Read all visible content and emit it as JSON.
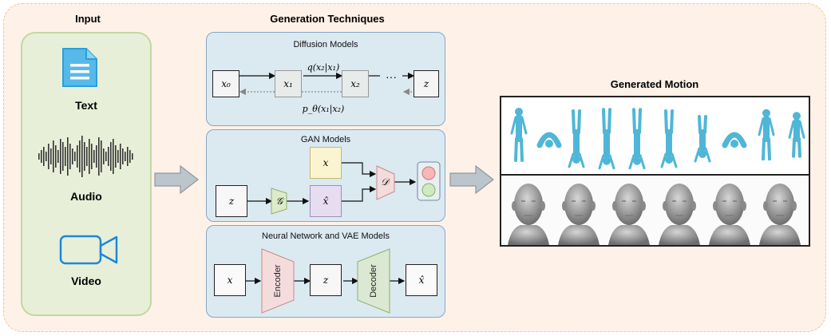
{
  "headings": {
    "input": "Input",
    "generation": "Generation Techniques",
    "generated": "Generated Motion"
  },
  "input_modalities": [
    {
      "label": "Text",
      "icon": "document-icon"
    },
    {
      "label": "Audio",
      "icon": "waveform-icon"
    },
    {
      "label": "Video",
      "icon": "video-camera-icon"
    }
  ],
  "diffusion": {
    "title": "Diffusion Models",
    "nodes": [
      "x₀",
      "x₁",
      "x₂",
      "z"
    ],
    "dots": "···",
    "forward_label": "q(x₂|x₁)",
    "reverse_label": "p_θ(x₁|x₂)"
  },
  "gan": {
    "title": "GAN Models",
    "noise": "z",
    "generator": "𝒢",
    "real": "x",
    "fake": "x̂",
    "discriminator": "𝒟"
  },
  "vae": {
    "title": "Neural Network and VAE Models",
    "input": "x",
    "encoder": "Encoder",
    "latent": "z",
    "decoder": "Decoder",
    "output": "x̂"
  },
  "colors": {
    "panel_blue": "#dbe9f1",
    "input_green": "#e8efd9",
    "encoder_pink": "#f5dcdc",
    "decoder_green": "#dbe9d2",
    "generator_green": "#dcebc9",
    "fake_purple": "#e6def0",
    "real_yellow": "#faf4d0",
    "body_blue": "#4fb6d8"
  }
}
